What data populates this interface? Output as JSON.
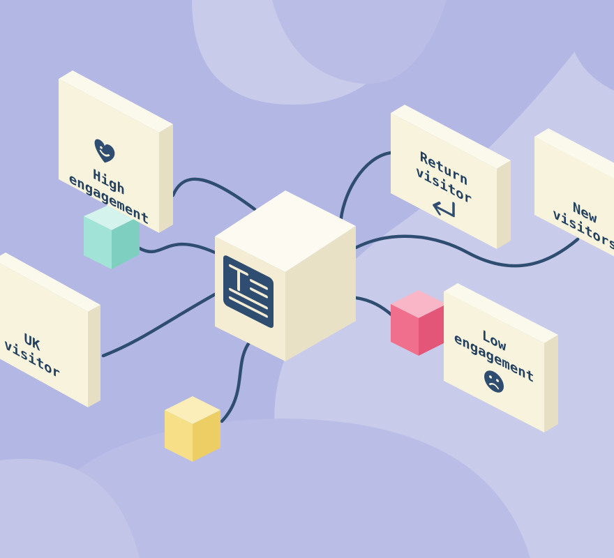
{
  "colors": {
    "background": "#b3b7e3",
    "background_light": "#c8cbe9",
    "connector": "#2e4d70",
    "card_front": "#f8f3dc",
    "card_side": "#e7dfc3",
    "card_top": "#fbf8ec",
    "hub_front": "#f4edd3",
    "hub_side": "#e9e1c6",
    "hub_top": "#fcfaf1",
    "icon_tile": "#2e4d70",
    "cube_mint": "#a2e3d7",
    "cube_pink": "#f06f8c",
    "cube_yellow": "#f6df87"
  },
  "hub": {
    "icon": "text-document-icon"
  },
  "cards": {
    "high_engagement": {
      "lines": [
        "High",
        "engagement"
      ],
      "icon": "heart-smile-icon"
    },
    "return_visitor": {
      "lines": [
        "Return",
        "visitor"
      ],
      "icon": "return-arrow-icon"
    },
    "new_visitors": {
      "lines": [
        "New",
        "visitors"
      ]
    },
    "uk_visitor": {
      "lines": [
        "UK",
        "visitor"
      ]
    },
    "low_engagement": {
      "lines": [
        "Low",
        "engagement"
      ],
      "icon": "sad-face-icon"
    }
  }
}
